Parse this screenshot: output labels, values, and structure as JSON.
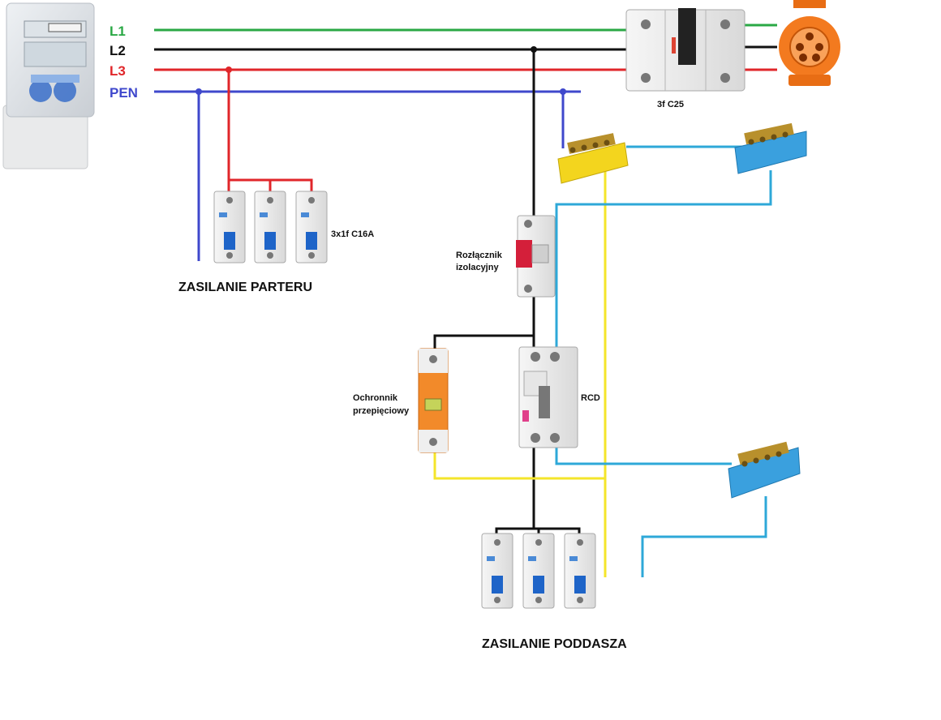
{
  "lines": {
    "l1": {
      "label": "L1",
      "color": "#2aa845"
    },
    "l2": {
      "label": "L2",
      "color": "#111111"
    },
    "l3": {
      "label": "L3",
      "color": "#e0262a"
    },
    "pen": {
      "label": "PEN",
      "color": "#3f48cc"
    }
  },
  "wire_colors": {
    "pe": "#f4e52a",
    "n": "#2ea8d8"
  },
  "labels": {
    "main_breaker": "3f C25",
    "ground_floor_breakers": "3x1f C16A",
    "ground_floor_supply": "ZASILANIE PARTERU",
    "isolator_line1": "Rozłącznik",
    "isolator_line2": "izolacyjny",
    "spd_line1": "Ochronnik",
    "spd_line2": "przepięciowy",
    "rcd": "RCD",
    "attic_supply": "ZASILANIE PODDASZA"
  },
  "icons": {
    "meter": "electricity-meter-icon",
    "socket": "three-phase-socket-icon",
    "breaker": "circuit-breaker-icon",
    "terminal": "terminal-block-icon"
  }
}
